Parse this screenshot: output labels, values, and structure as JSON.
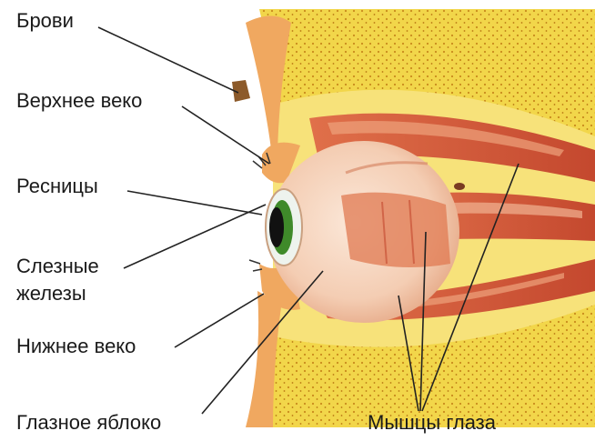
{
  "labels": {
    "brows": "Брови",
    "upper_lid": "Верхнее веко",
    "lashes": "Ресницы",
    "tear_glands_1": "Слезные",
    "tear_glands_2": "железы",
    "lower_lid": "Нижнее веко",
    "eyeball": "Глазное яблоко",
    "eye_muscles": "Мышцы глаза"
  },
  "colors": {
    "bone": "#f2d64a",
    "bone_dot": "#c98a1c",
    "skin": "#f0a860",
    "muscle": "#d9623e",
    "muscle_light": "#eea27c",
    "sclera": "#f7dcc8",
    "iris": "#3f8a2a",
    "pupil": "#111111",
    "leader": "#222222"
  }
}
